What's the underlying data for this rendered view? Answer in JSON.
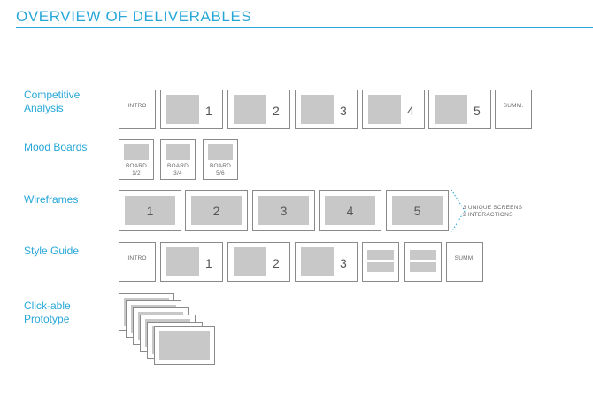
{
  "title": "OVERVIEW OF DELIVERABLES",
  "rows": {
    "competitive": {
      "label_line1": "Competitive",
      "label_line2": "Analysis",
      "intro": "INTRO",
      "pages": [
        "1",
        "2",
        "3",
        "4",
        "5"
      ],
      "summary": "SUMM."
    },
    "mood": {
      "label": "Mood Boards",
      "boards": [
        {
          "line1": "BOARD",
          "line2": "1/2"
        },
        {
          "line1": "BOARD",
          "line2": "3/4"
        },
        {
          "line1": "BOARD",
          "line2": "5/6"
        }
      ]
    },
    "wireframes": {
      "label": "Wireframes",
      "screens": [
        "1",
        "2",
        "3",
        "4",
        "5"
      ],
      "note_line1": "3 UNIQUE SCREENS",
      "note_line2": "2 INTERACTIONS"
    },
    "style": {
      "label": "Style Guide",
      "intro": "INTRO",
      "pages": [
        "1",
        "2",
        "3"
      ],
      "summary": "SUMM."
    },
    "prototype": {
      "label_line1": "Click-able",
      "label_line2": "Prototype"
    }
  },
  "colors": {
    "accent": "#27a7d8",
    "border": "#8a8a8a",
    "fill": "#c8c8c8"
  }
}
